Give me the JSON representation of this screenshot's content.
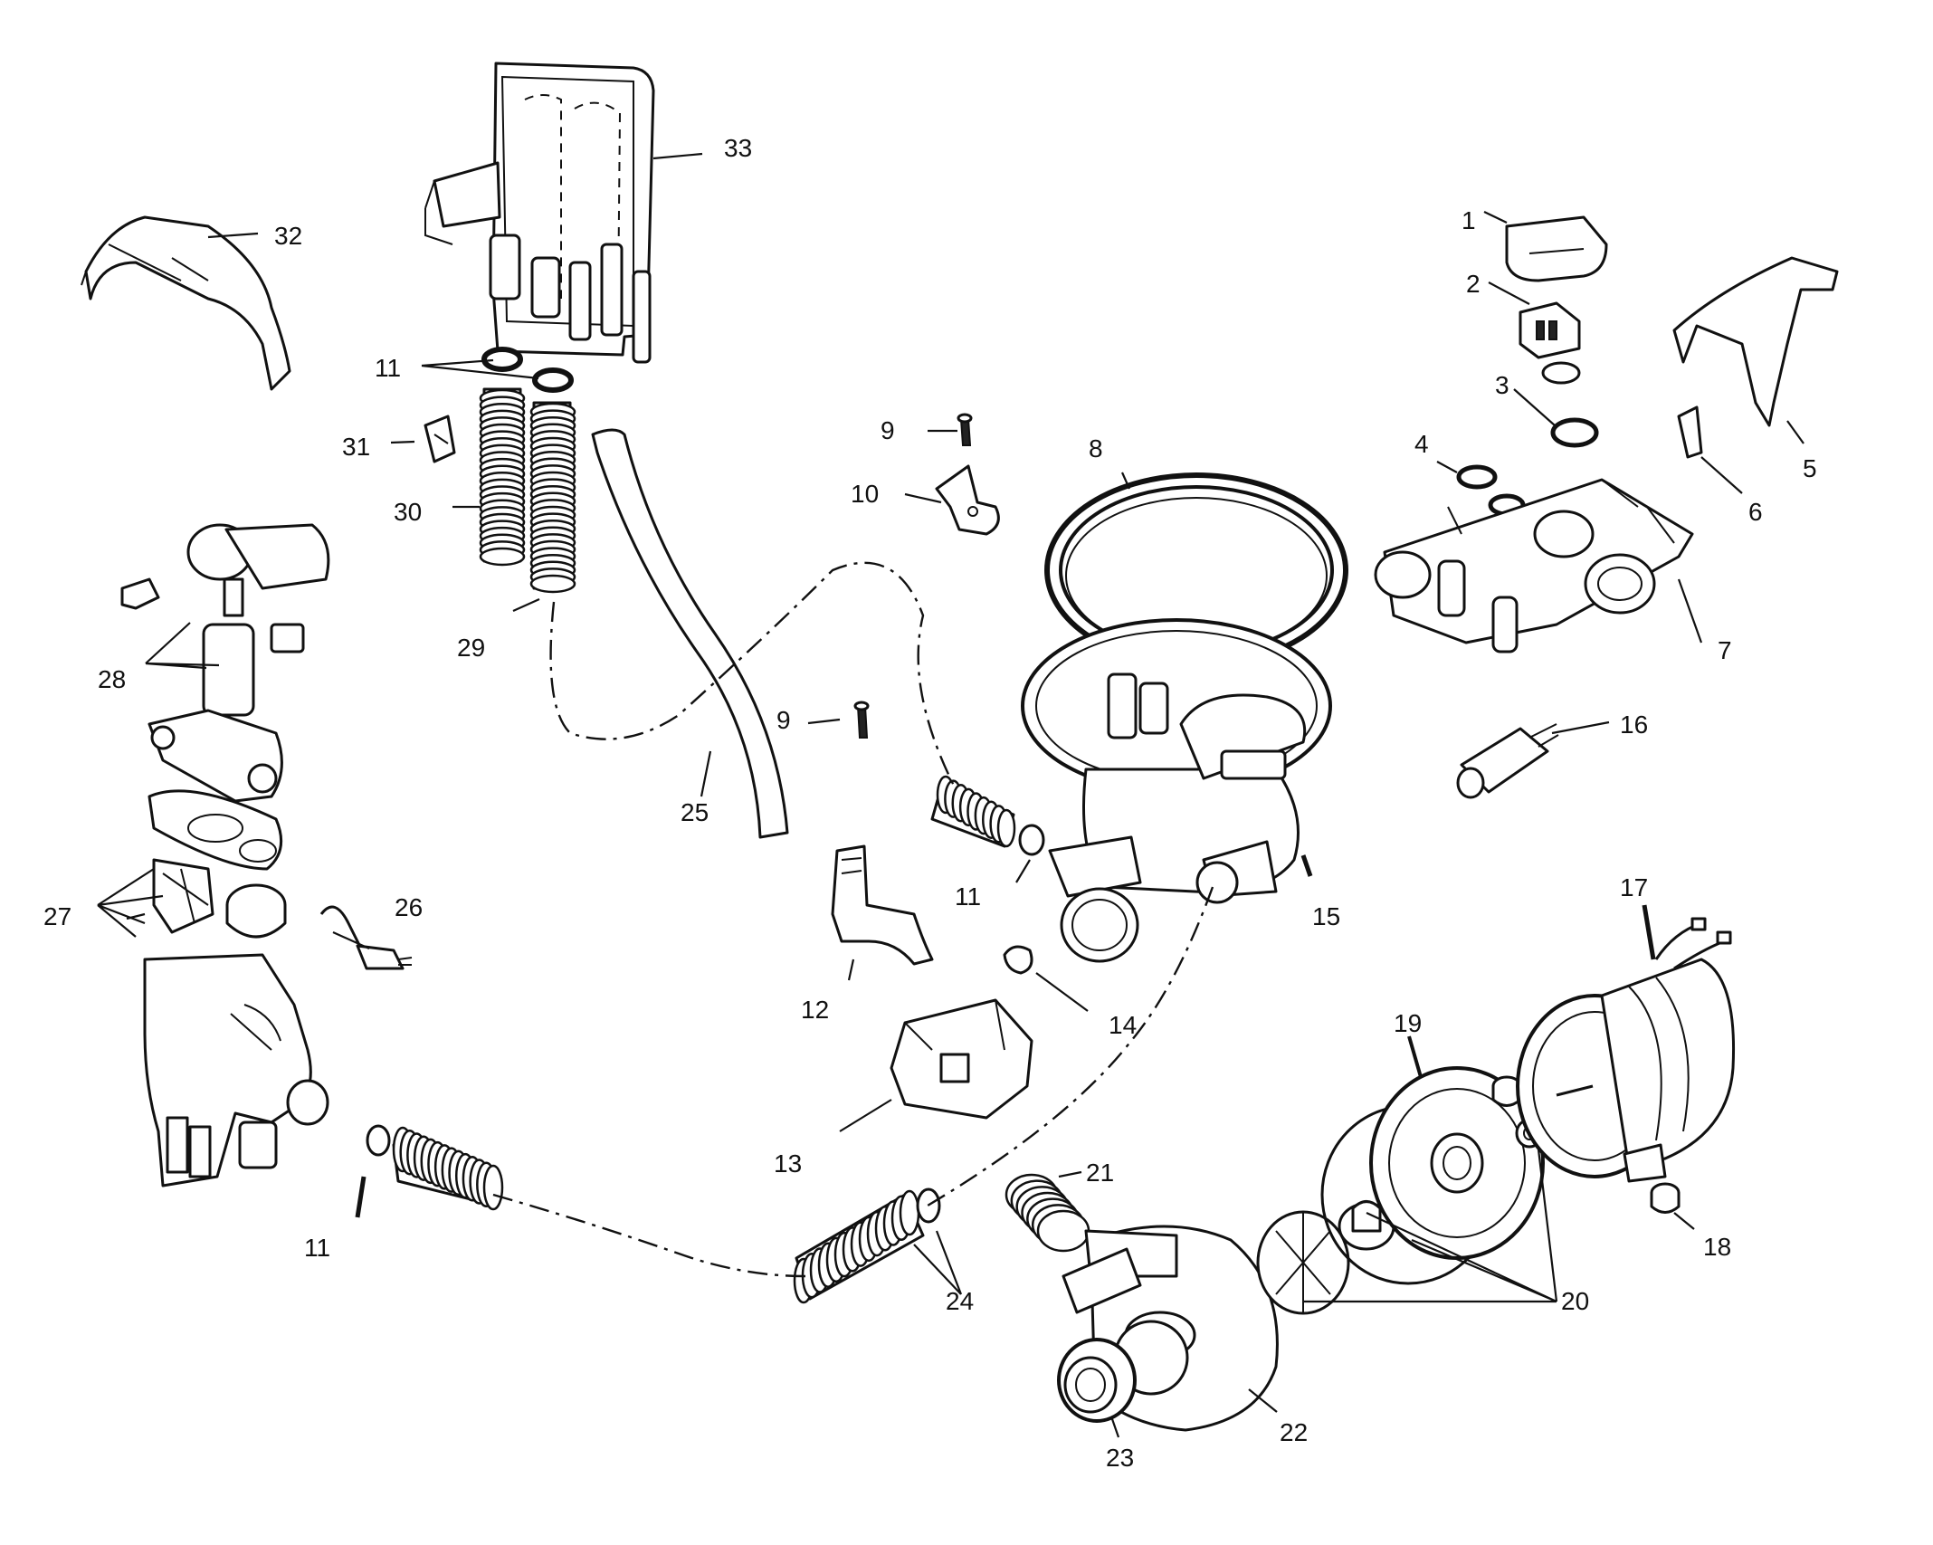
{
  "callouts": [
    {
      "id": "c1",
      "text": "1"
    },
    {
      "id": "c2",
      "text": "2"
    },
    {
      "id": "c3",
      "text": "3"
    },
    {
      "id": "c4",
      "text": "4"
    },
    {
      "id": "c5",
      "text": "5"
    },
    {
      "id": "c6",
      "text": "6"
    },
    {
      "id": "c7",
      "text": "7"
    },
    {
      "id": "c8",
      "text": "8"
    },
    {
      "id": "c9a",
      "text": "9"
    },
    {
      "id": "c9b",
      "text": "9"
    },
    {
      "id": "c10",
      "text": "10"
    },
    {
      "id": "c11a",
      "text": "11"
    },
    {
      "id": "c11b",
      "text": "11"
    },
    {
      "id": "c11c",
      "text": "11"
    },
    {
      "id": "c12",
      "text": "12"
    },
    {
      "id": "c13",
      "text": "13"
    },
    {
      "id": "c14",
      "text": "14"
    },
    {
      "id": "c15",
      "text": "15"
    },
    {
      "id": "c16",
      "text": "16"
    },
    {
      "id": "c17",
      "text": "17"
    },
    {
      "id": "c18",
      "text": "18"
    },
    {
      "id": "c19",
      "text": "19"
    },
    {
      "id": "c20",
      "text": "20"
    },
    {
      "id": "c21",
      "text": "21"
    },
    {
      "id": "c22",
      "text": "22"
    },
    {
      "id": "c23",
      "text": "23"
    },
    {
      "id": "c24",
      "text": "24"
    },
    {
      "id": "c25",
      "text": "25"
    },
    {
      "id": "c26",
      "text": "26"
    },
    {
      "id": "c27",
      "text": "27"
    },
    {
      "id": "c28",
      "text": "28"
    },
    {
      "id": "c29",
      "text": "29"
    },
    {
      "id": "c30",
      "text": "30"
    },
    {
      "id": "c31",
      "text": "31"
    },
    {
      "id": "c32",
      "text": "32"
    },
    {
      "id": "c33",
      "text": "33"
    }
  ]
}
